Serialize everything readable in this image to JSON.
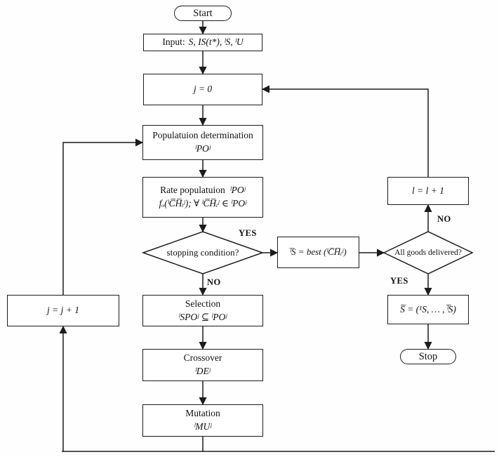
{
  "nodes": {
    "start": {
      "label": "Start"
    },
    "input": {
      "prefix": "Input:",
      "value": "S, IS(t*), ˡS, ˡU"
    },
    "init_j": {
      "label": "j = 0"
    },
    "pop_det": {
      "title": "Populatuion determination",
      "math": "ˡPOʲ"
    },
    "rate_pop": {
      "title": "Rate populatuion",
      "math": "ˡPOʲ",
      "formula": "fₒ(ˡC̅H̅ᵢʲ);  ∀ ˡC̅H̅ᵢʲ ∈ ˡPOʲ"
    },
    "stopping": {
      "label": "stopping condition?"
    },
    "best": {
      "label": "ˡ̅S = best (ˡC̅H̅ᵢʲ)"
    },
    "delivered": {
      "label": "All goods delivered?"
    },
    "inc_l": {
      "label": "l = l + 1"
    },
    "solution": {
      "label": "S̅ = (¹S, … , ˡ̅S)"
    },
    "stop": {
      "label": "Stop"
    },
    "selection": {
      "title": "Selection",
      "math": "ˡSPOʲ ⊆ ˡPOʲ"
    },
    "crossover": {
      "title": "Crossover",
      "math": "ˡDEʲ"
    },
    "mutation": {
      "title": "Mutation",
      "math": "ˡMUʲ"
    },
    "inc_j": {
      "label": "j = j + 1"
    }
  },
  "labels": {
    "stopping_yes": "YES",
    "stopping_no": "NO",
    "delivered_yes": "YES",
    "delivered_no": "NO"
  },
  "colors": {
    "line": "#1c1c1c",
    "text": "#111111",
    "node_background": "#ffffff"
  }
}
